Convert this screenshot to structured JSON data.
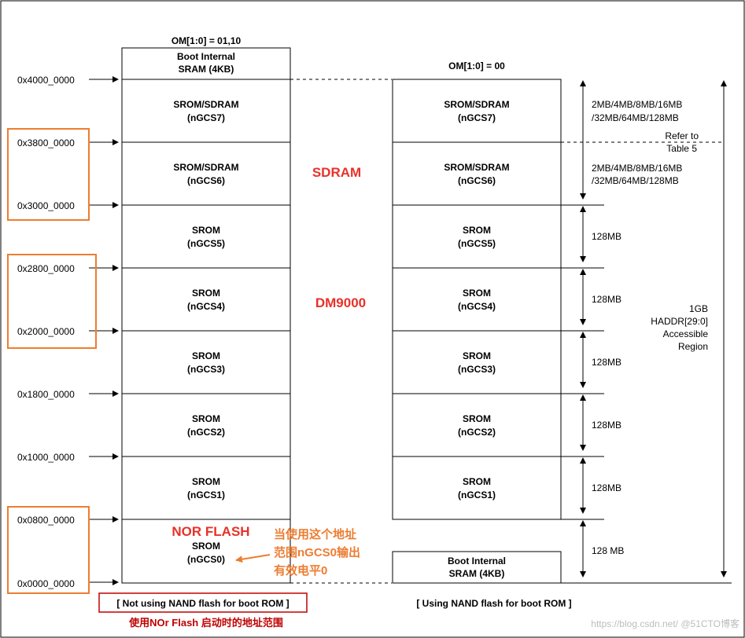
{
  "headers": {
    "left": "OM[1:0] = 01,10",
    "right": "OM[1:0] = 00"
  },
  "addresses": [
    "0x4000_0000",
    "0x3800_0000",
    "0x3000_0000",
    "0x2800_0000",
    "0x2000_0000",
    "0x1800_0000",
    "0x1000_0000",
    "0x0800_0000",
    "0x0000_0000"
  ],
  "left_top": [
    "Boot Internal",
    "SRAM (4KB)"
  ],
  "left_banks": [
    [
      "SROM/SDRAM",
      "(nGCS7)"
    ],
    [
      "SROM/SDRAM",
      "(nGCS6)"
    ],
    [
      "SROM",
      "(nGCS5)"
    ],
    [
      "SROM",
      "(nGCS4)"
    ],
    [
      "SROM",
      "(nGCS3)"
    ],
    [
      "SROM",
      "(nGCS2)"
    ],
    [
      "SROM",
      "(nGCS1)"
    ],
    [
      "SROM",
      "(nGCS0)"
    ]
  ],
  "right_banks": [
    [
      "SROM/SDRAM",
      "(nGCS7)"
    ],
    [
      "SROM/SDRAM",
      "(nGCS6)"
    ],
    [
      "SROM",
      "(nGCS5)"
    ],
    [
      "SROM",
      "(nGCS4)"
    ],
    [
      "SROM",
      "(nGCS3)"
    ],
    [
      "SROM",
      "(nGCS2)"
    ],
    [
      "SROM",
      "(nGCS1)"
    ]
  ],
  "right_bottom": [
    "Boot Internal",
    "SRAM (4KB)"
  ],
  "sizes": {
    "bank7": [
      "2MB/4MB/8MB/16MB",
      "/32MB/64MB/128MB"
    ],
    "refer": [
      "Refer to",
      "Table 5"
    ],
    "bank6": [
      "2MB/4MB/8MB/16MB",
      "/32MB/64MB/128MB"
    ],
    "b128": [
      "128MB",
      "128MB",
      "128MB",
      "128MB",
      "128MB"
    ],
    "bank0": "128 MB"
  },
  "region": [
    "1GB",
    "HADDR[29:0]",
    "Accessible",
    "Region"
  ],
  "annotations": {
    "sdram": "SDRAM",
    "dm9000": "DM9000",
    "nor": "NOR FLASH",
    "note": [
      "当使用这个地址",
      "范围nGCS0输出",
      "有效电平0"
    ],
    "bottom_cn": "使用NOr Flash 启动时的地址范围"
  },
  "footer": {
    "left": "[ Not using NAND flash for boot ROM ]",
    "right": "[ Using NAND flash for boot ROM ]"
  },
  "watermark": "https://blog.csdn.net/ @51CTO博客",
  "colors": {
    "red": "#e8312a",
    "orange": "#ed7d31",
    "footer_red": "#c00000"
  }
}
